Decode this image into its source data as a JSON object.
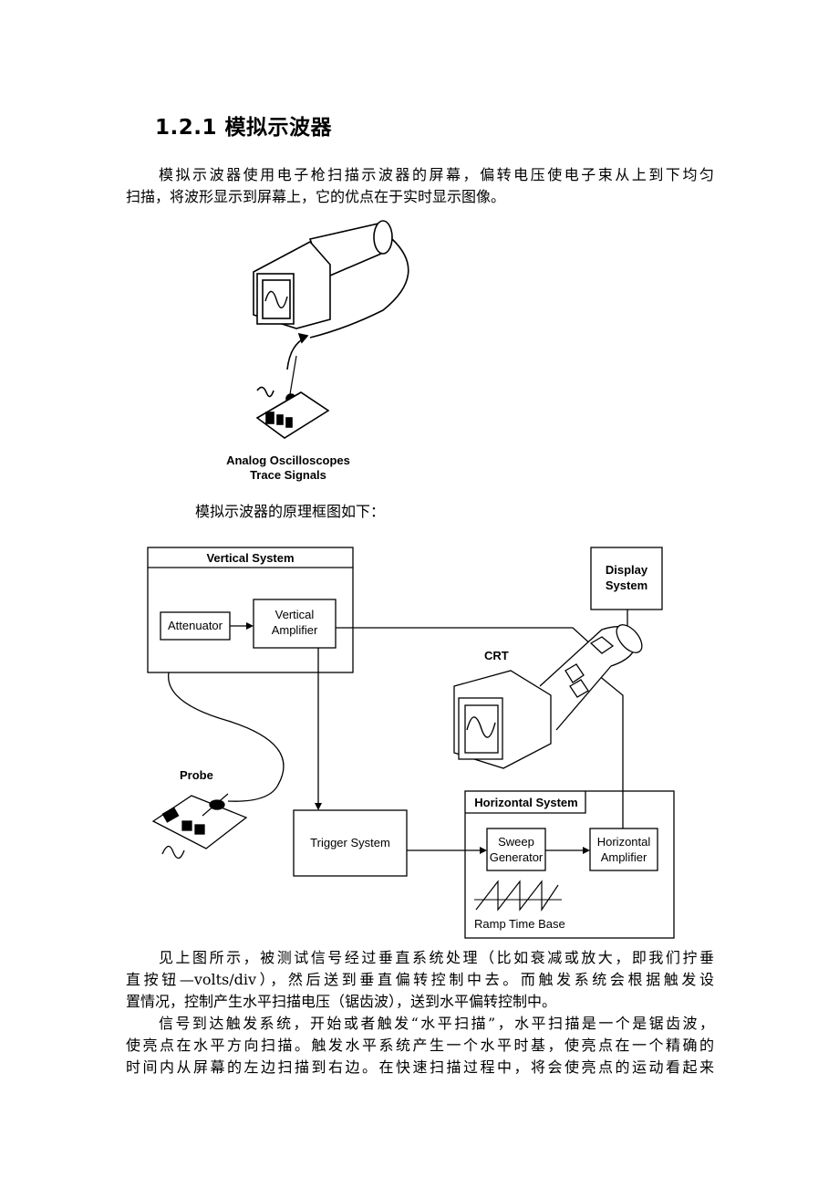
{
  "heading": "1.2.1  模拟示波器",
  "intro_lines": [
    "模拟示波器使用电子枪扫描示波器的屏幕，偏转电压使电子束从上到下均匀",
    "扫描，将波形显示到屏幕上，它的优点在于实时显示图像。"
  ],
  "figure1": {
    "caption_line1": "Analog Oscilloscopes",
    "caption_line2": "Trace Signals"
  },
  "block_intro": "模拟示波器的原理框图如下：",
  "block_diagram": {
    "vertical_system": "Vertical System",
    "attenuator": "Attenuator",
    "vertical_amp_line1": "Vertical",
    "vertical_amp_line2": "Amplifier",
    "display_line1": "Display",
    "display_line2": "System",
    "crt": "CRT",
    "probe": "Probe",
    "trigger_system": "Trigger System",
    "horizontal_system": "Horizontal System",
    "sweep_line1": "Sweep",
    "sweep_line2": "Generator",
    "horiz_amp_line1": "Horizontal",
    "horiz_amp_line2": "Amplifier",
    "ramp": "Ramp Time Base"
  },
  "para2_lines": [
    "见上图所示，被测试信号经过垂直系统处理（比如衰减或放大，即我们拧垂",
    "直按钮—volts/div），然后送到垂直偏转控制中去。而触发系统会根据触发设",
    "置情况，控制产生水平扫描电压（锯齿波），送到水平偏转控制中。"
  ],
  "para3_lines": [
    "信号到达触发系统，开始或者触发“水平扫描”，水平扫描是一个是锯齿波，",
    "使亮点在水平方向扫描。触发水平系统产生一个水平时基，使亮点在一个精确的",
    "时间内从屏幕的左边扫描到右边。在快速扫描过程中，将会使亮点的运动看起来"
  ]
}
